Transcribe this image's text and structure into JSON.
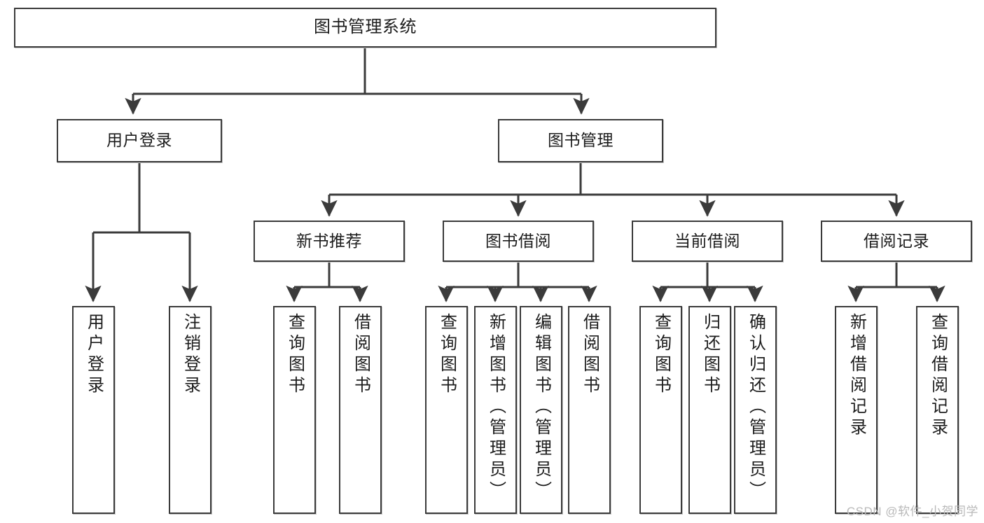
{
  "diagram": {
    "type": "tree",
    "title": "图书管理系统",
    "orientation": "top-down",
    "colors": {
      "box_border": "#3b3b3b",
      "box_fill": "#ffffff",
      "edge": "#3b3b3b",
      "text": "#1c1c1c",
      "watermark": "#b9b9b9"
    },
    "root": {
      "label": "图书管理系统"
    },
    "level2": [
      {
        "label": "用户登录"
      },
      {
        "label": "图书管理"
      }
    ],
    "level3": [
      {
        "label": "新书推荐"
      },
      {
        "label": "图书借阅"
      },
      {
        "label": "当前借阅"
      },
      {
        "label": "借阅记录"
      }
    ],
    "leaves": {
      "user_login": [
        {
          "label": "用户登录"
        },
        {
          "label": "注销登录"
        }
      ],
      "new_book_recommend": [
        {
          "label": "查询图书"
        },
        {
          "label": "借阅图书"
        }
      ],
      "book_borrow": [
        {
          "label": "查询图书"
        },
        {
          "label": "新增图书（管理员）"
        },
        {
          "label": "编辑图书（管理员）"
        },
        {
          "label": "借阅图书"
        }
      ],
      "current_borrow": [
        {
          "label": "查询图书"
        },
        {
          "label": "归还图书"
        },
        {
          "label": "确认归还（管理员）"
        }
      ],
      "borrow_record": [
        {
          "label": "新增借阅记录"
        },
        {
          "label": "查询借阅记录"
        }
      ]
    }
  },
  "watermark": {
    "text": "CSDN @软件_小贺同学"
  }
}
